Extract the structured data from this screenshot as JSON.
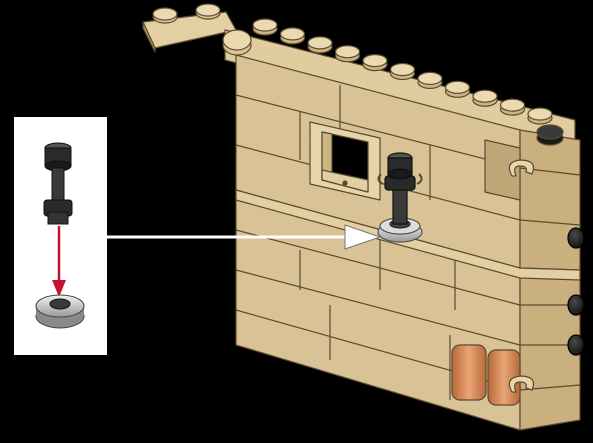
{
  "scene": {
    "background_color": "#000000",
    "brick_color": "#d9c295",
    "brick_shadow_color": "#b39b6a",
    "brick_outline_color": "#5a4a30",
    "window_dark_color": "#000000",
    "dark_part_color": "#2a2a2a",
    "grey_part_color": "#9a9a9a",
    "copper_tile_color": "#d48a55",
    "arrow_red_color": "#c8102e",
    "callout_background_color": "#ffffff",
    "pointer_arrow_color": "#ffffff"
  },
  "callout": {
    "parts": [
      {
        "name": "bar-with-clip-part",
        "icon": "lego-bar-holder-icon"
      },
      {
        "name": "round-bearing-part",
        "icon": "lego-round-plate-icon"
      }
    ],
    "direction_arrow": "down"
  },
  "model": {
    "stud_count_top": 11,
    "stud_count_side": 3
  }
}
